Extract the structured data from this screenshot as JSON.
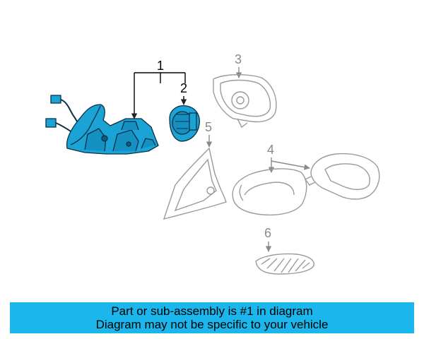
{
  "diagram": {
    "callouts": {
      "c1": "1",
      "c2": "2",
      "c3": "3",
      "c4": "4",
      "c5": "5",
      "c6": "6"
    },
    "highlight_color": "#1ba3d6",
    "outline_color": "#9a9a9a"
  },
  "caption": {
    "line1": "Part or sub-assembly is #1 in diagram",
    "line2": "Diagram may not be specific to your vehicle",
    "background": "#1bb6ec"
  }
}
